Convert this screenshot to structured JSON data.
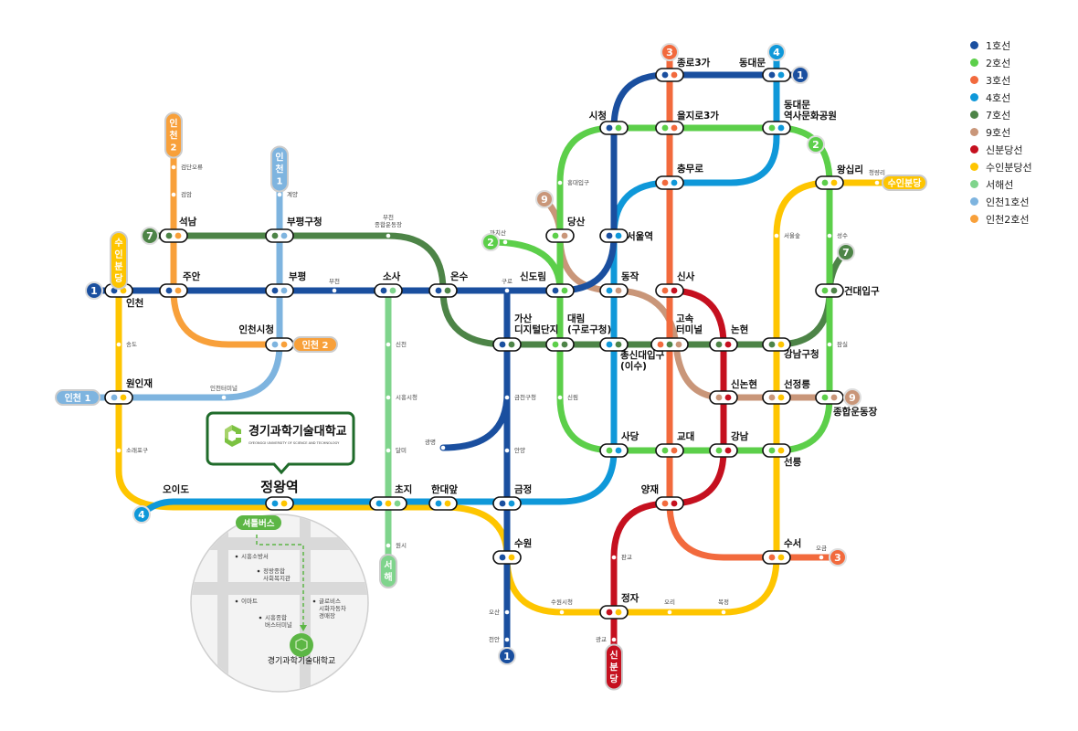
{
  "colors": {
    "line1": "#1a4f9f",
    "line2": "#5ccf4a",
    "line3": "#f26a3d",
    "line4": "#0f98d9",
    "line7": "#4d8447",
    "line9": "#c99679",
    "shinbundang": "#c5101f",
    "suinbundang": "#fec500",
    "seohae": "#7fd48c",
    "incheon1": "#7eb4df",
    "incheon2": "#f8a03a"
  },
  "legend": [
    {
      "key": "line1",
      "label": "1호선"
    },
    {
      "key": "line2",
      "label": "2호선"
    },
    {
      "key": "line3",
      "label": "3호선"
    },
    {
      "key": "line4",
      "label": "4호선"
    },
    {
      "key": "line7",
      "label": "7호선"
    },
    {
      "key": "line9",
      "label": "9호선"
    },
    {
      "key": "shinbundang",
      "label": "신분당선"
    },
    {
      "key": "suinbundang",
      "label": "수인분당선"
    },
    {
      "key": "seohae",
      "label": "서해선"
    },
    {
      "key": "incheon1",
      "label": "인천1호선"
    },
    {
      "key": "incheon2",
      "label": "인천2호선"
    }
  ],
  "stations": [
    {
      "name": "인천",
      "lines": [
        "line1",
        "suinbundang"
      ]
    },
    {
      "name": "주안",
      "lines": [
        "line1",
        "incheon2"
      ]
    },
    {
      "name": "부평",
      "lines": [
        "line1",
        "incheon1"
      ]
    },
    {
      "name": "소사",
      "lines": [
        "line1",
        "seohae"
      ]
    },
    {
      "name": "온수",
      "lines": [
        "line1",
        "line7"
      ]
    },
    {
      "name": "신도림",
      "lines": [
        "line1",
        "line2"
      ]
    },
    {
      "name": "석남",
      "lines": [
        "line7",
        "incheon2"
      ]
    },
    {
      "name": "부평구청",
      "lines": [
        "line7",
        "incheon1"
      ]
    },
    {
      "name": "인천시청",
      "lines": [
        "incheon1",
        "incheon2"
      ]
    },
    {
      "name": "원인재",
      "lines": [
        "incheon1",
        "suinbundang"
      ]
    },
    {
      "name": "초지",
      "lines": [
        "line4",
        "suinbundang",
        "seohae"
      ]
    },
    {
      "name": "한대앞",
      "lines": [
        "line4",
        "suinbundang"
      ]
    },
    {
      "name": "금정",
      "lines": [
        "line1",
        "line4"
      ]
    },
    {
      "name": "수원",
      "lines": [
        "line1",
        "suinbundang"
      ]
    },
    {
      "name": "가산\n디지털단지",
      "lines": [
        "line1",
        "line7"
      ]
    },
    {
      "name": "대림\n(구로구청)",
      "lines": [
        "line2",
        "line7"
      ]
    },
    {
      "name": "총신대입구\n(이수)",
      "lines": [
        "line4",
        "line7"
      ]
    },
    {
      "name": "고속\n터미널",
      "lines": [
        "line3",
        "line7",
        "line9"
      ]
    },
    {
      "name": "논현",
      "lines": [
        "line7",
        "shinbundang"
      ]
    },
    {
      "name": "강남구청",
      "lines": [
        "line7",
        "suinbundang"
      ]
    },
    {
      "name": "당산",
      "lines": [
        "line2",
        "line9"
      ]
    },
    {
      "name": "서울역",
      "lines": [
        "line1",
        "line4"
      ]
    },
    {
      "name": "동작",
      "lines": [
        "line4",
        "line9"
      ]
    },
    {
      "name": "신사",
      "lines": [
        "line3",
        "shinbundang"
      ]
    },
    {
      "name": "건대입구",
      "lines": [
        "line2",
        "line7"
      ]
    },
    {
      "name": "시청",
      "lines": [
        "line1",
        "line2"
      ]
    },
    {
      "name": "을지로3가",
      "lines": [
        "line2",
        "line3"
      ]
    },
    {
      "name": "동대문\n역사문화공원",
      "lines": [
        "line2",
        "line4"
      ]
    },
    {
      "name": "종로3가",
      "lines": [
        "line1",
        "line3"
      ]
    },
    {
      "name": "동대문",
      "lines": [
        "line1",
        "line4"
      ]
    },
    {
      "name": "충무로",
      "lines": [
        "line3",
        "line4"
      ]
    },
    {
      "name": "왕십리",
      "lines": [
        "line2",
        "suinbundang"
      ]
    },
    {
      "name": "신논현",
      "lines": [
        "line9",
        "shinbundang"
      ]
    },
    {
      "name": "선정릉",
      "lines": [
        "line9",
        "suinbundang"
      ]
    },
    {
      "name": "종합운동장",
      "lines": [
        "line2",
        "line9"
      ]
    },
    {
      "name": "사당",
      "lines": [
        "line2",
        "line4"
      ]
    },
    {
      "name": "교대",
      "lines": [
        "line2",
        "line3"
      ]
    },
    {
      "name": "강남",
      "lines": [
        "line2",
        "shinbundang"
      ]
    },
    {
      "name": "선릉",
      "lines": [
        "line2",
        "suinbundang"
      ]
    },
    {
      "name": "양재",
      "lines": [
        "line3",
        "shinbundang"
      ]
    },
    {
      "name": "수서",
      "lines": [
        "line3",
        "suinbundang"
      ]
    },
    {
      "name": "정자",
      "lines": [
        "shinbundang",
        "suinbundang"
      ]
    },
    {
      "name": "오이도",
      "lines": []
    }
  ],
  "target_station": {
    "name": "정왕역",
    "lines": [
      "line4",
      "suinbundang"
    ]
  },
  "minor_stations": [
    "검단오류",
    "검암",
    "계양",
    "부천\n종합운동장",
    "부천",
    "구로",
    "까치산",
    "홍대입구",
    "송도",
    "소래포구",
    "인천터미널",
    "신천",
    "시흥시청",
    "달미",
    "원시",
    "광명",
    "금천구청",
    "안양",
    "오산",
    "천안",
    "신림",
    "서울숲",
    "성수",
    "잠실",
    "청량리",
    "오금",
    "판교",
    "광교",
    "수원시청",
    "오리",
    "복정"
  ],
  "terminal_badges": [
    {
      "text": "1",
      "key": "line1"
    },
    {
      "text": "1",
      "key": "line1"
    },
    {
      "text": "1",
      "key": "line1"
    },
    {
      "text": "2",
      "key": "line2"
    },
    {
      "text": "2",
      "key": "line2"
    },
    {
      "text": "3",
      "key": "line3"
    },
    {
      "text": "3",
      "key": "line3"
    },
    {
      "text": "4",
      "key": "line4"
    },
    {
      "text": "4",
      "key": "line4"
    },
    {
      "text": "7",
      "key": "line7"
    },
    {
      "text": "7",
      "key": "line7"
    },
    {
      "text": "9",
      "key": "line9"
    },
    {
      "text": "9",
      "key": "line9"
    }
  ],
  "pill_badges": [
    {
      "text": "인천2",
      "key": "incheon2",
      "vertical": true
    },
    {
      "text": "인천1",
      "key": "incheon1",
      "vertical": true
    },
    {
      "text": "수인분당",
      "key": "suinbundang",
      "vertical": true
    },
    {
      "text": "인천 2",
      "key": "incheon2",
      "vertical": false
    },
    {
      "text": "인천 1",
      "key": "incheon1",
      "vertical": false
    },
    {
      "text": "수인분당",
      "key": "suinbundang",
      "vertical": false
    },
    {
      "text": "서해",
      "key": "seohae",
      "vertical": true
    },
    {
      "text": "신분당",
      "key": "shinbundang",
      "vertical": true
    }
  ],
  "school": {
    "name_ko": "경기과학기술대학교",
    "name_en": "GYEONGGI UNIVERSITY OF SCIENCE AND TECHNOLOGY",
    "brand_color": "#1f6b2a",
    "logo_green": "#7cc242"
  },
  "inset": {
    "shuttle": "셔틀버스",
    "landmarks": [
      "시흥소방서",
      "정왕종합\n사회복지관",
      "이마트",
      "시흥종합\n버스터미널",
      "글로비스\n시화자동차\n경매장"
    ],
    "destination": "경기과학기술대학교"
  }
}
